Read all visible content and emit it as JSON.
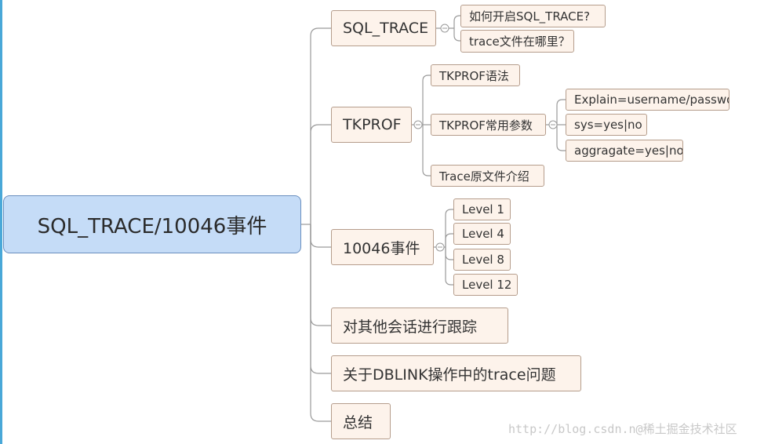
{
  "root": {
    "label": "SQL_TRACE/10046事件"
  },
  "branches": [
    {
      "label": "SQL_TRACE",
      "children": [
        {
          "label": "如何开启SQL_TRACE?"
        },
        {
          "label": "trace文件在哪里？"
        }
      ]
    },
    {
      "label": "TKPROF",
      "children": [
        {
          "label": "TKPROF语法"
        },
        {
          "label": "TKPROF常用参数",
          "children": [
            {
              "label": "Explain=username/passwd"
            },
            {
              "label": "sys=yes|no"
            },
            {
              "label": "aggragate=yes|no"
            }
          ]
        },
        {
          "label": "Trace原文件介绍"
        }
      ]
    },
    {
      "label": "10046事件",
      "children": [
        {
          "label": "Level 1"
        },
        {
          "label": "Level 4"
        },
        {
          "label": "Level 8"
        },
        {
          "label": "Level 12"
        }
      ]
    },
    {
      "label": "对其他会话进行跟踪"
    },
    {
      "label": "关于DBLINK操作中的trace问题"
    },
    {
      "label": "总结"
    }
  ],
  "watermark": {
    "text": "http://blog.csdn.n@稀土掘金技术社区"
  }
}
